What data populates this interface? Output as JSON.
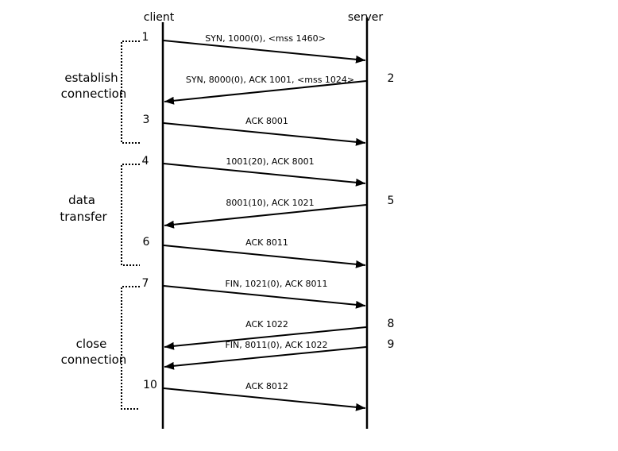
{
  "hosts": {
    "client": "client",
    "server": "server"
  },
  "phases": [
    {
      "id": "establish",
      "lines": [
        "establish",
        "connection"
      ]
    },
    {
      "id": "data",
      "lines": [
        "data",
        "transfer"
      ]
    },
    {
      "id": "close",
      "lines": [
        "close",
        "connection"
      ]
    }
  ],
  "messages": [
    {
      "step": "1",
      "from": "client",
      "label": "SYN, 1000(0), <mss 1460>"
    },
    {
      "step": "2",
      "from": "server",
      "label": "SYN, 8000(0), ACK 1001, <mss 1024>"
    },
    {
      "step": "3",
      "from": "client",
      "label": "ACK 8001"
    },
    {
      "step": "4",
      "from": "client",
      "label": "1001(20), ACK 8001"
    },
    {
      "step": "5",
      "from": "server",
      "label": "8001(10), ACK 1021"
    },
    {
      "step": "6",
      "from": "client",
      "label": "ACK 8011"
    },
    {
      "step": "7",
      "from": "client",
      "label": "FIN, 1021(0), ACK 8011"
    },
    {
      "step": "8",
      "from": "server",
      "label": "ACK 1022"
    },
    {
      "step": "9",
      "from": "server",
      "label": "FIN, 8011(0), ACK 1022"
    },
    {
      "step": "10",
      "from": "client",
      "label": "ACK 8012"
    }
  ],
  "colors": {
    "line": "#000000",
    "bracket": "#000000",
    "background": "#ffffff"
  }
}
